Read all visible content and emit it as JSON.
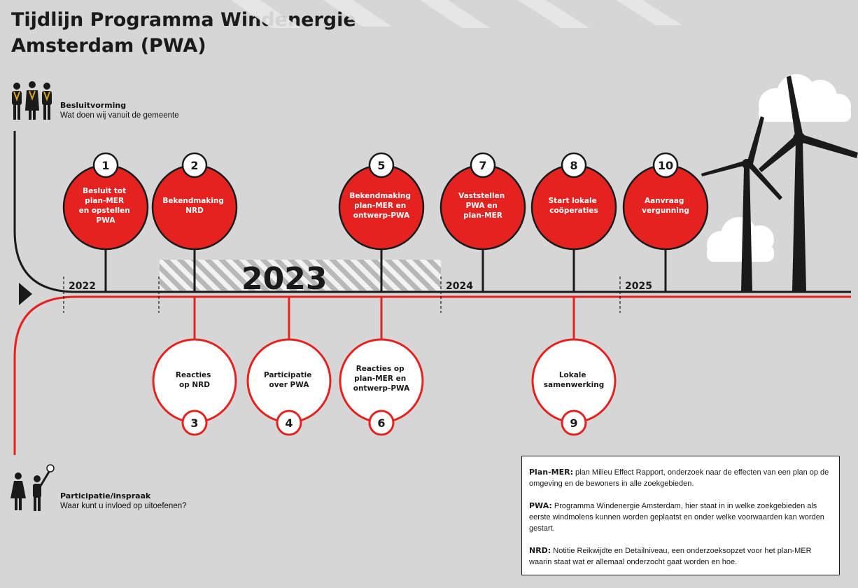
{
  "title": {
    "line1": "Tijdlijn Programma Windenergie",
    "line2": "Amsterdam (PWA)"
  },
  "decision": {
    "heading": "Besluitvorming",
    "subtitle": "Wat doen wij vanuit de gemeente"
  },
  "participation": {
    "heading": "Participatie/inspraak",
    "subtitle": "Waar kunt u invloed op uitoefenen?"
  },
  "years": [
    "2022",
    "2023",
    "2024",
    "2025"
  ],
  "steps_top": [
    {
      "number": "1",
      "lines": [
        "Besluit tot",
        "plan-MER",
        "en opstellen",
        "PWA"
      ]
    },
    {
      "number": "2",
      "lines": [
        "Bekendmaking",
        "NRD"
      ]
    },
    {
      "number": "5",
      "lines": [
        "Bekendmaking",
        "plan-MER en",
        "ontwerp-PWA"
      ]
    },
    {
      "number": "7",
      "lines": [
        "Vaststellen",
        "PWA en",
        "plan-MER"
      ]
    },
    {
      "number": "8",
      "lines": [
        "Start lokale",
        "coöperaties"
      ]
    },
    {
      "number": "10",
      "lines": [
        "Aanvraag",
        "vergunning"
      ]
    }
  ],
  "steps_bottom": [
    {
      "number": "3",
      "lines": [
        "Reacties",
        "op NRD"
      ]
    },
    {
      "number": "4",
      "lines": [
        "Participatie",
        "over PWA"
      ]
    },
    {
      "number": "6",
      "lines": [
        "Reacties op",
        "plan-MER en",
        "ontwerp-PWA"
      ]
    },
    {
      "number": "9",
      "lines": [
        "Lokale",
        "samenwerking"
      ]
    }
  ],
  "legend": [
    {
      "term": "Plan-MER:",
      "text": "plan Milieu Effect Rapport, onderzoek naar de effecten van een plan op de omgeving en de bewoners in alle zoekgebieden."
    },
    {
      "term": "PWA:",
      "text": "Programma Windenergie Amsterdam, hier staat in in welke zoekgebieden als eerste windmolens kunnen worden geplaatst en onder welke voorwaarden kan worden gestart."
    },
    {
      "term": "NRD:",
      "text": "Notitie Reikwijdte en Detailniveau, een onderzoeksopzet voor het plan-MER waarin staat wat er allemaal onderzocht gaat worden en hoe."
    }
  ],
  "colors": {
    "red": "#e42320",
    "black": "#1a1a1a",
    "background": "#d6d6d6",
    "white": "#ffffff",
    "hatch": "#b8b8b8"
  }
}
